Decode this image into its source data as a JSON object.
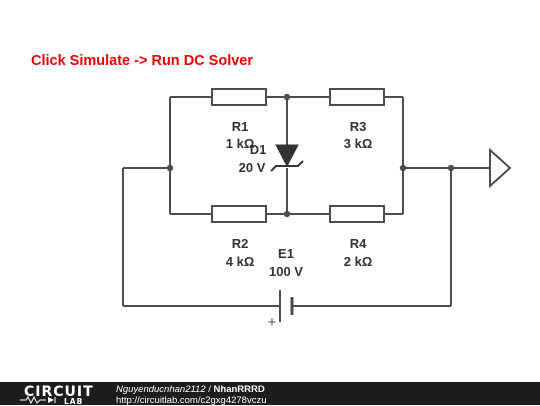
{
  "instruction": "Click Simulate -> Run DC Solver",
  "components": {
    "r1": {
      "name": "R1",
      "value": "1 kΩ"
    },
    "r2": {
      "name": "R2",
      "value": "4 kΩ"
    },
    "r3": {
      "name": "R3",
      "value": "3 kΩ"
    },
    "r4": {
      "name": "R4",
      "value": "2 kΩ"
    },
    "d1": {
      "name": "D1",
      "value": "20 V"
    },
    "e1": {
      "name": "E1",
      "value": "100 V",
      "polarity": "+"
    }
  },
  "footer": {
    "logo_top": "CIRCUIT",
    "logo_bottom": "LAB",
    "author": "Nguyenducnhan2112",
    "separator": " / ",
    "project": "NhanRRRD",
    "url": "http://circuitlab.com/c2gxg4278vczu"
  },
  "colors": {
    "wire": "#4d4d4d",
    "instruction": "#ee0000",
    "footer_bg": "#1d1d1d"
  }
}
